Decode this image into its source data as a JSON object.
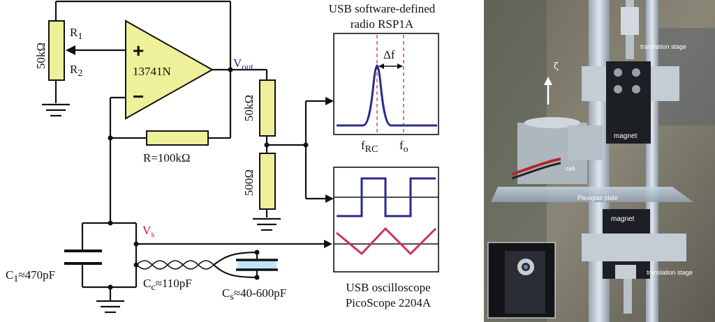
{
  "schematic": {
    "pot_value": "50kΩ",
    "r1": "R",
    "r1_sub": "1",
    "r2": "R",
    "r2_sub": "2",
    "opamp_model": "13741N",
    "opamp_plus": "+",
    "opamp_minus": "−",
    "vout": "V",
    "vout_sub": "out",
    "feedback_r": "R=100kΩ",
    "divider_top": "50kΩ",
    "divider_bottom": "500Ω",
    "vs": "V",
    "vs_sub": "s",
    "c1": "C",
    "c1_sub": "1",
    "c1_val": "≈470pF",
    "cc": "C",
    "cc_sub": "c",
    "cc_val": "≈110pF",
    "cs": "C",
    "cs_sub": "s",
    "cs_val": "≈40-600pF",
    "sdr_title_line1": "USB software-defined",
    "sdr_title_line2": "radio RSP1A",
    "delta_f": "Δf",
    "f_rc": "f",
    "f_rc_sub": "RC",
    "f_o": "f",
    "f_o_sub": "o",
    "scope_title_line1": "USB oscilloscope",
    "scope_title_line2": "PicoScope 2204A"
  },
  "photo": {
    "stage_top": "translation stage",
    "zeta": "ζ",
    "magnet_top": "magnet",
    "cell": "cell",
    "plate": "Plexiglas plate",
    "magnet_bottom": "magnet",
    "stage_bottom": "translation stage"
  },
  "colors": {
    "resistor_fill": "#eef09a",
    "opamp_fill": "#eef09a",
    "vout_label": "#2a2a8c",
    "vs_label": "#c0202a",
    "sdr_trace": "#2a2a8c",
    "sdr_marker": "#d44a5a",
    "scope_square": "#2a2a8c",
    "scope_triangle": "#d0305a",
    "capacitor_fill": "#bfe6f5"
  }
}
